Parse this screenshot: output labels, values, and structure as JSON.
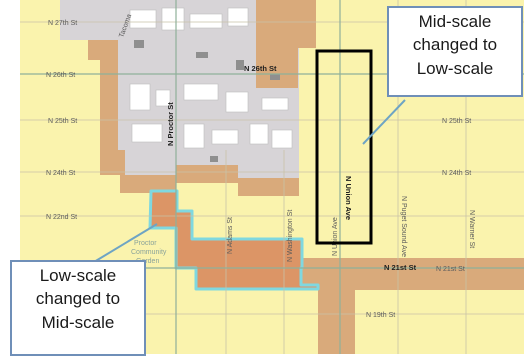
{
  "map": {
    "colors": {
      "low_scale": "#faf3ad",
      "mid_scale": "#d9aa7b",
      "commercial": "#d7d4d7",
      "changed_area": "#dc9566",
      "changed_outline": "#7fd8e0",
      "highlight_box": "#000000",
      "leader_line": "#6ea4c4"
    },
    "streets": {
      "n27th": "N 27th St",
      "n26th_left": "N 26th St",
      "n26th_center": "N 26th St",
      "n25th_left": "N 25th St",
      "n25th_right": "N 25th St",
      "n24th_left": "N 24th St",
      "n24th_right": "N 24th St",
      "n22nd": "N 22nd St",
      "n21st_left": "N 21st St",
      "n21st_right": "N 21st St",
      "n19th": "N 19th St",
      "proctor": "N Proctor St",
      "union_upper": "N Union Ave",
      "union_lower": "N Union Ave",
      "adams": "N Adams St",
      "washington": "N Washington St",
      "puget_sound": "N Puget Sound Ave",
      "warner": "N Warner St",
      "tacoma_partial": "Tacoma"
    },
    "park": {
      "line1": "Proctor",
      "line2": "Community",
      "line3": "Garden"
    }
  },
  "callouts": {
    "mid_to_low": [
      "Mid-scale",
      "changed to",
      "Low-scale"
    ],
    "low_to_mid": [
      "Low-scale",
      "changed to",
      "Mid-scale"
    ]
  }
}
